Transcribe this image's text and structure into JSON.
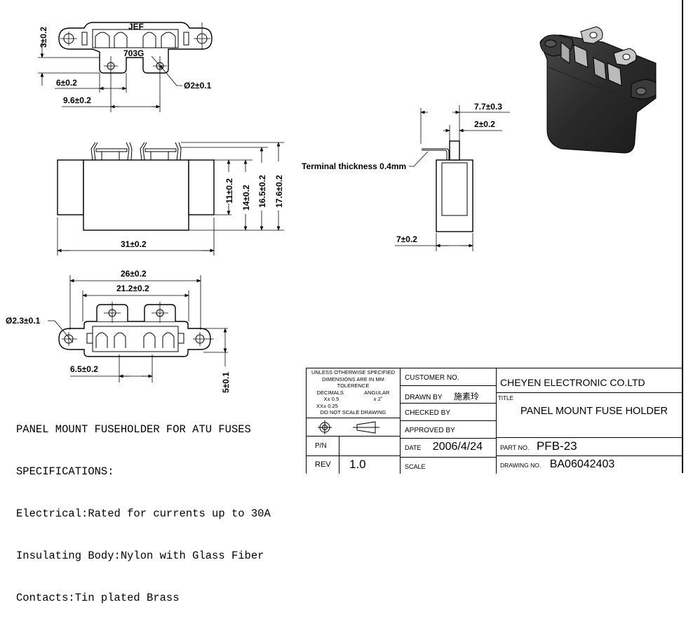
{
  "top_view": {
    "marking_top": "JEF",
    "marking_bottom": "703G",
    "dims": {
      "height_3": "3±0.2",
      "width_6": "6±0.2",
      "pitch_9_6": "9.6±0.2",
      "hole_dia": "Ø2±0.1"
    }
  },
  "front_view": {
    "dims": {
      "length": "31±0.2",
      "h11": "11±0.2",
      "h14": "14±0.2",
      "h16_5": "16.5±0.2",
      "h17_6": "17.6±0.2"
    }
  },
  "side_view": {
    "terminal_note": "Terminal thickness 0.4mm",
    "dims": {
      "w7_7": "7.7±0.3",
      "w2": "2±0.2",
      "w7": "7±0.2"
    }
  },
  "bottom_view": {
    "dims": {
      "overall_26": "26±0.2",
      "inner_21_2": "21.2±0.2",
      "hole_dia": "Ø2.3±0.1",
      "gap_6_5": "6.5±0.2",
      "height_5": "5±0.1"
    }
  },
  "specs": {
    "lines": [
      "PANEL MOUNT FUSEHOLDER FOR ATU FUSES",
      "SPECIFICATIONS:",
      "Electrical:Rated for currents up to 30A",
      "Insulating Body:Nylon with Glass Fiber",
      "Contacts:Tin plated Brass"
    ]
  },
  "title_block": {
    "tolerance_note": {
      "line1": "UNLESS OTHERWISE SPECIFIED",
      "line2": "DIMENSIONS ARE IN MM",
      "line3": "TOLERENCE",
      "decimals_label": "DECIMALS",
      "angular_label": "ANGULAR",
      "x_tol": "X± 0.5",
      "angular_tol": "± 2˚",
      "xx_tol": "XX± 0.25",
      "no_scale": "DO NOT SCALE DRAWING"
    },
    "pn_label": "P/N",
    "pn_value": "",
    "rev_label": "REV",
    "rev_value": "1.0",
    "customer_no_label": "CUSTOMER NO.",
    "drawn_by_label": "DRAWN BY",
    "drawn_by_value": "施素玲",
    "checked_by_label": "CHECKED BY",
    "approved_by_label": "APPROVED BY",
    "date_label": "DATE",
    "date_value": "2006/4/24",
    "scale_label": "SCALE",
    "company": "CHEYEN ELECTRONIC CO.LTD",
    "title_label": "TITLE",
    "title_value": "PANEL MOUNT FUSE HOLDER",
    "part_no_label": "PART NO.",
    "part_no_value": "PFB-23",
    "drawing_no_label": "DRAWING NO.",
    "drawing_no_value": "BA06042403"
  }
}
